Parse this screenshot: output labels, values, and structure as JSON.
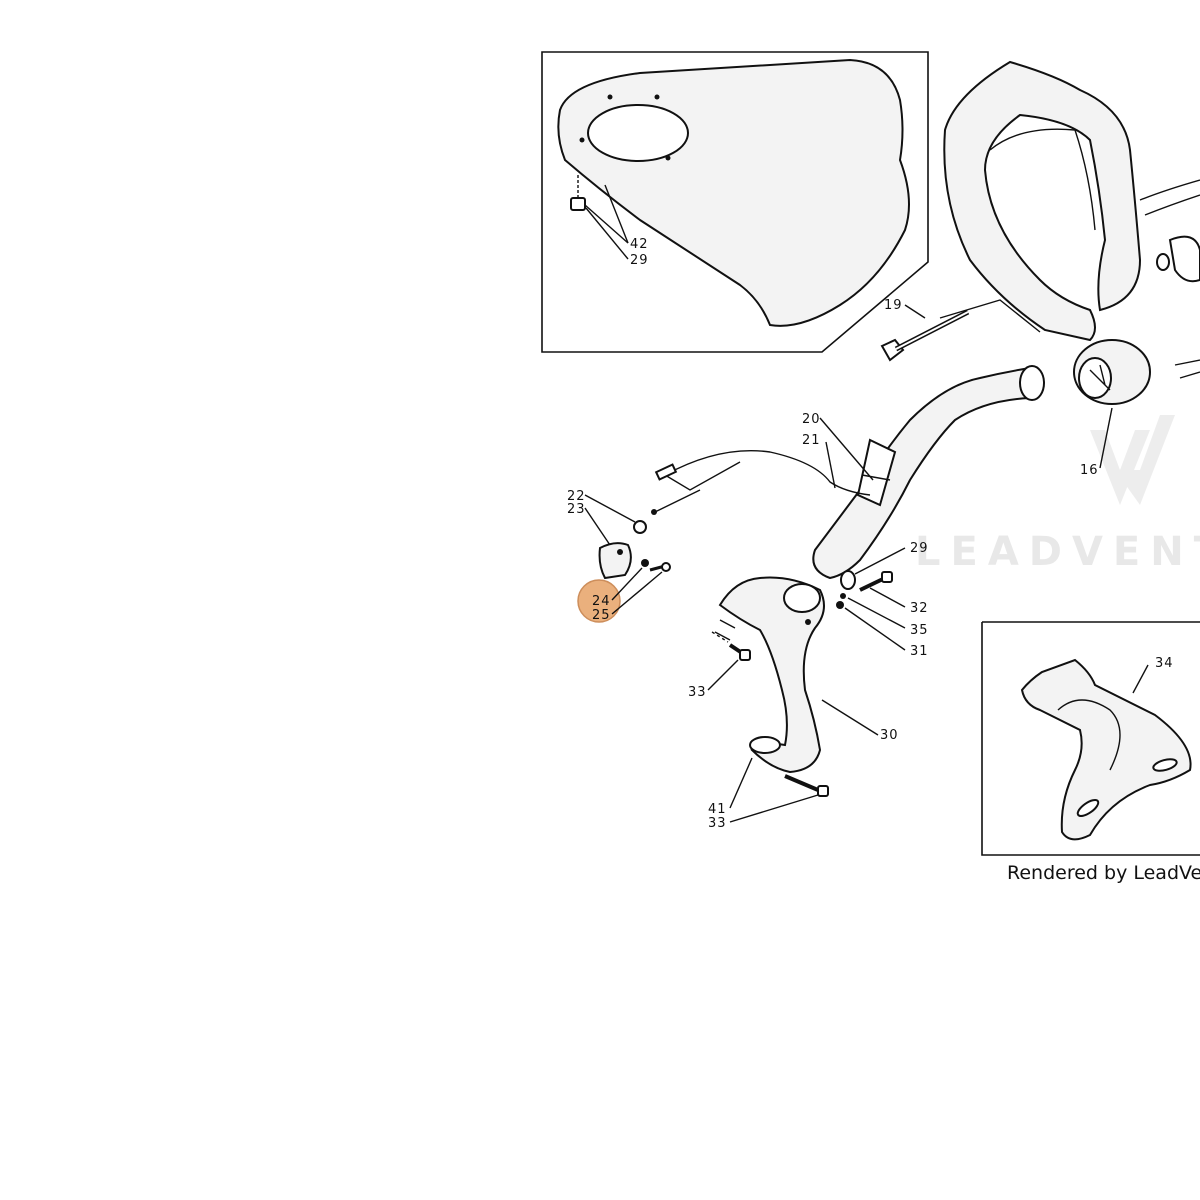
{
  "footer_text": "Rendered by LeadVentu",
  "watermark_text": "LEADVENT",
  "highlight_color": "#e8a870",
  "labels": {
    "l42": "42",
    "l29a": "29",
    "l19": "19",
    "l20": "20",
    "l21": "21",
    "l16": "16",
    "l22": "22",
    "l23": "23",
    "l24": "24",
    "l25": "25",
    "l29b": "29",
    "l32": "32",
    "l35": "35",
    "l31": "31",
    "l33a": "33",
    "l30": "30",
    "l41": "41",
    "l33b": "33",
    "l34": "34"
  }
}
